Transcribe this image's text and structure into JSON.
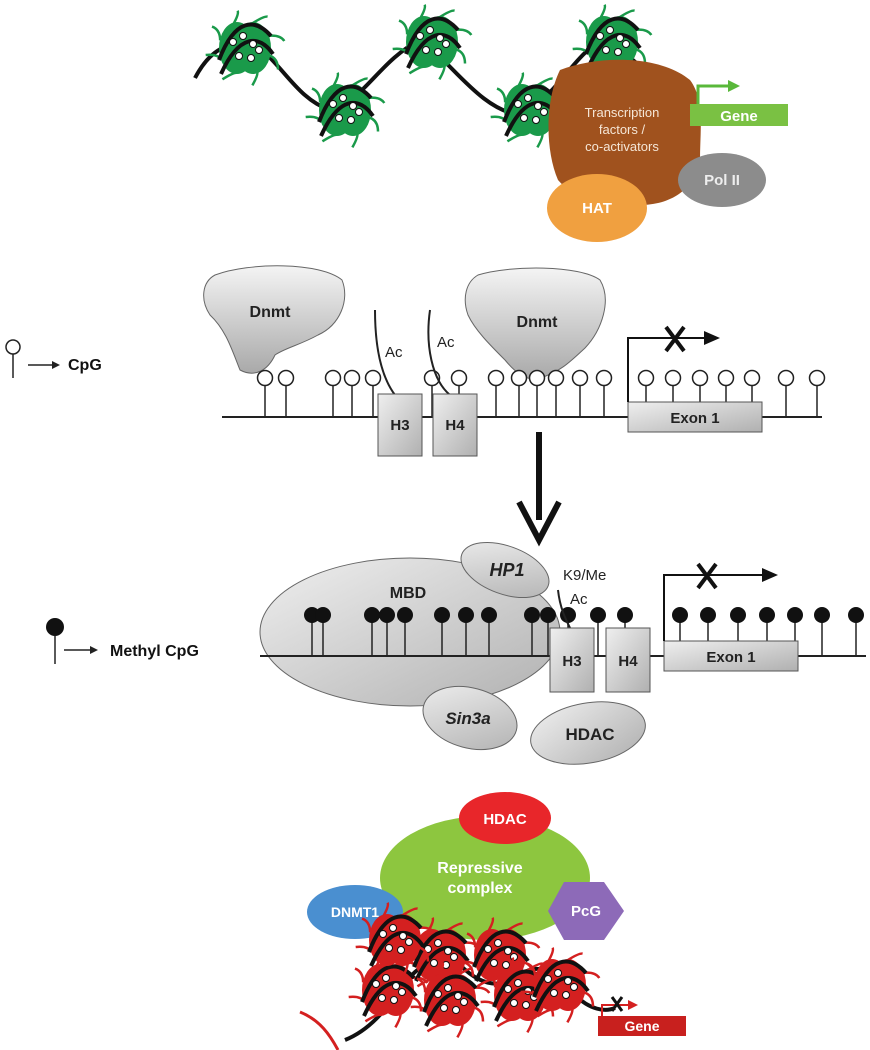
{
  "panel_active": {
    "transcription_factors": "Transcription factors / co-activators",
    "tf_line1": "Transcription",
    "tf_line2": "factors /",
    "tf_line3": "co-activators",
    "gene": "Gene",
    "hat": "HAT",
    "pol2": "Pol II",
    "colors": {
      "nucleosome": "#1a9a4a",
      "tf_blob": "#a0521e",
      "hat": "#f0a040",
      "pol2": "#8c8c8c",
      "gene_box": "#7ac143"
    }
  },
  "panel_cpg": {
    "legend_label": "CpG",
    "dnmt_left": "Dnmt",
    "dnmt_right": "Dnmt",
    "ac_1": "Ac",
    "ac_2": "Ac",
    "h3": "H3",
    "h4": "H4",
    "exon": "Exon 1"
  },
  "panel_methyl": {
    "legend_label": "Methyl CpG",
    "mbd": "MBD",
    "hp1": "HP1",
    "k9me": "K9/Me",
    "ac": "Ac",
    "h3": "H3",
    "h4": "H4",
    "exon": "Exon 1",
    "sin3a": "Sin3a",
    "hdac": "HDAC"
  },
  "panel_repressive": {
    "hdac": "HDAC",
    "complex_line1": "Repressive",
    "complex_line2": "complex",
    "dnmt1": "DNMT1",
    "pcg": "PcG",
    "gene": "Gene",
    "colors": {
      "nucleosome": "#d42020",
      "complex": "#8dc63f",
      "hdac": "#e8262a",
      "dnmt1": "#4a8fd0",
      "pcg": "#8d6ab8",
      "gene_box": "#c8201e"
    }
  }
}
